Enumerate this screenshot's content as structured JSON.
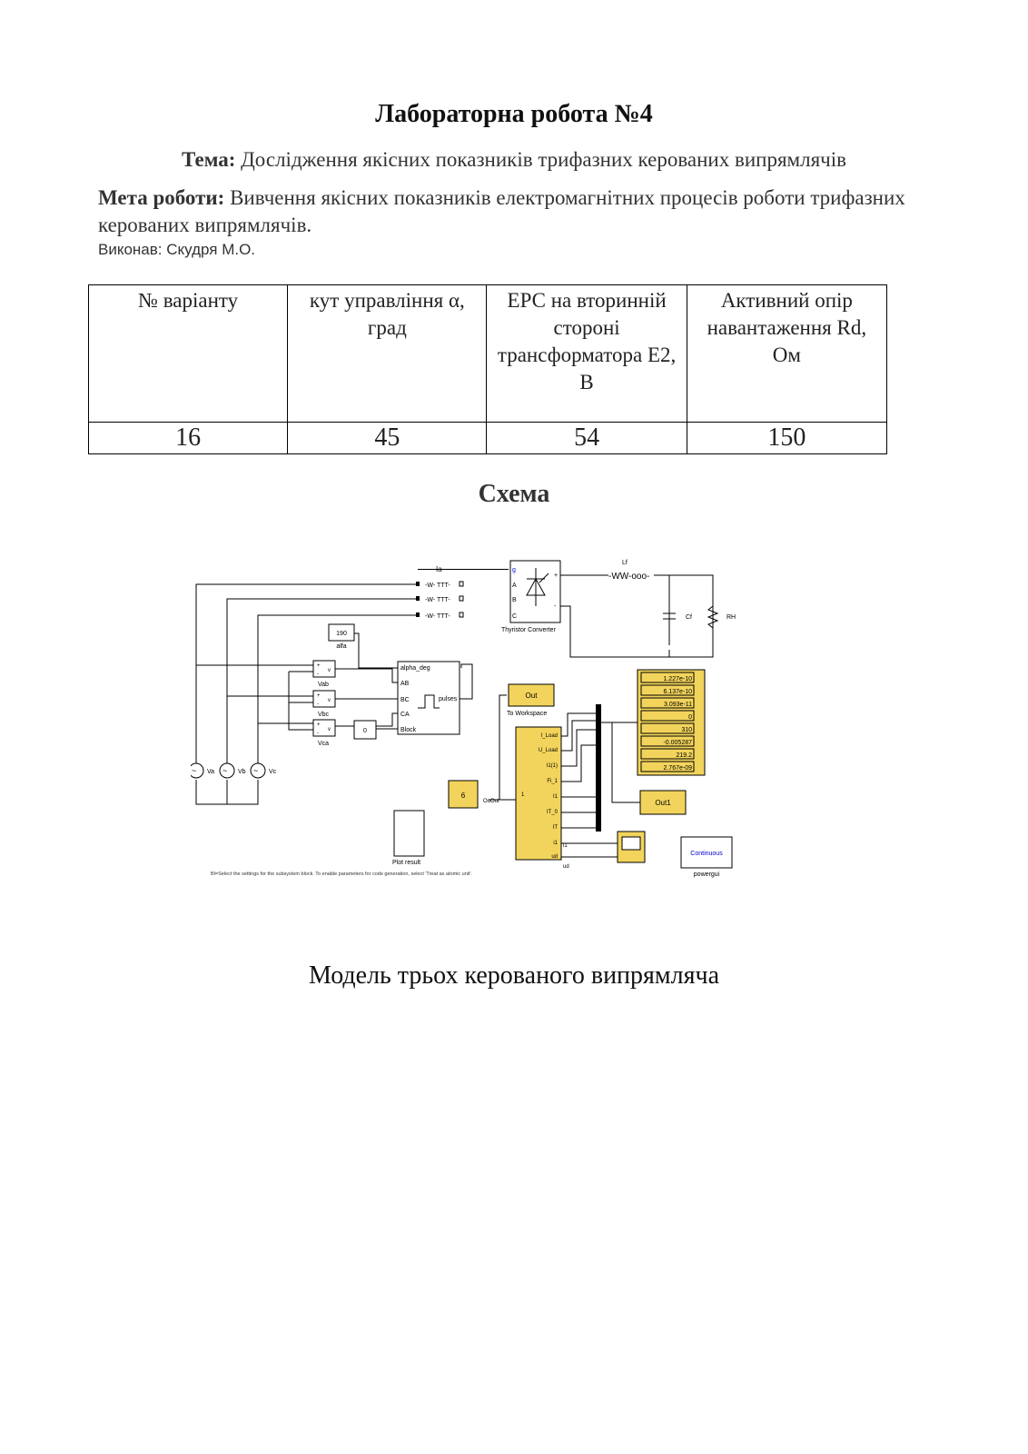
{
  "document": {
    "title": "Лабораторна робота №4",
    "tema_label": "Тема:",
    "tema_text": " Дослідження якісних показників трифазних керованих випрямлячів",
    "meta_label": "Мета роботи:",
    "meta_text": " Вивчення якісних показників електромагнітних процесів роботи трифазних керованих випрямлячів.",
    "author": "Виконав: Скудря М.О.",
    "schema_heading": "Схема",
    "caption": "Модель трьох керованого випрямляча"
  },
  "table": {
    "headers": [
      "№ варіанту",
      "кут управління α, град",
      "ЕРС на вторинній стороні трансформатора Е2, В",
      "Активний опір навантаження Rd, Ом"
    ],
    "row": [
      "16",
      "45",
      "54",
      "150"
    ]
  },
  "diagram": {
    "ia": "Ia",
    "lf": "Lf",
    "cf": "Cf",
    "rh": "RH",
    "converter": "Thyristor Converter",
    "port_g": "g",
    "port_a": "A",
    "port_b": "B",
    "port_c": "C",
    "port_plus": "+",
    "port_minus": "-",
    "alfa_value": "190",
    "alfa_label": "alfa",
    "pulse_in": [
      "alpha_deg",
      "AB",
      "BC",
      "CA",
      "Block"
    ],
    "pulse_out": "pulses",
    "block_const": "0",
    "vab": "Vab",
    "vbc": "Vbc",
    "vca": "Vca",
    "vm_plus": "+",
    "vm_minus": "-",
    "vm_v": "v",
    "va": "Va",
    "vb": "Vb",
    "vc": "Vc",
    "out_block": "Out",
    "to_workspace": "To Workspace",
    "sub_in": "1",
    "sub_ports": [
      "I_Load",
      "U_Load",
      "I1(1)",
      "Fi_1",
      "I1",
      "IT_0",
      "IT",
      "i1",
      "ud"
    ],
    "const6": "6",
    "out_label": "OuOut",
    "display_values": [
      "1.227e-10",
      "6.137e-10",
      "3.093e-11",
      "0",
      "310",
      "-0.005287",
      "219.2",
      "2.767e-09"
    ],
    "out1": "Out1",
    "plot": "Plot result",
    "continuous": "Continuous",
    "powergui": "powergui",
    "status": "Bl=Select the settings for the subsystem block. To enable parameters for code generation, select 'Treat as atomic unit'.",
    "scope_i1": "i1",
    "scope_ud": "ud"
  }
}
